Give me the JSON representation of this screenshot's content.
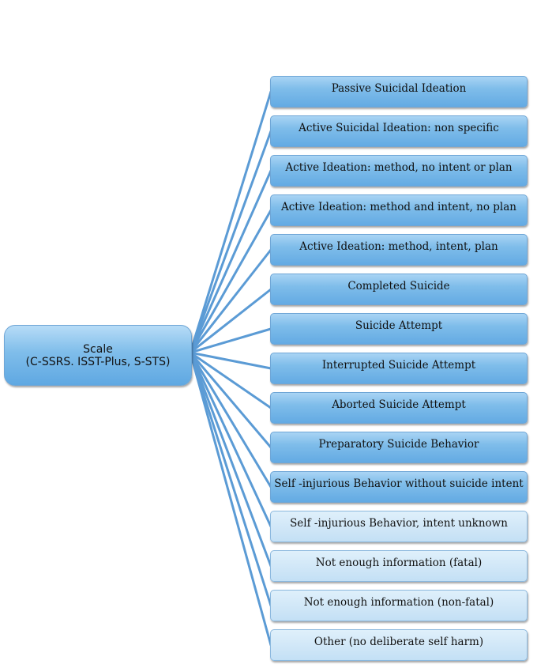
{
  "root": {
    "line1": "Scale",
    "line2": "(C-SSRS. ISST-Plus, S-STS)"
  },
  "categories": [
    {
      "label": "Passive Suicidal Ideation",
      "shade": "dark"
    },
    {
      "label": "Active Suicidal Ideation: non specific",
      "shade": "dark"
    },
    {
      "label": "Active Ideation: method, no intent or plan",
      "shade": "dark"
    },
    {
      "label": "Active Ideation: method and intent, no plan",
      "shade": "dark"
    },
    {
      "label": "Active Ideation: method, intent, plan",
      "shade": "dark"
    },
    {
      "label": "Completed Suicide",
      "shade": "dark"
    },
    {
      "label": "Suicide Attempt",
      "shade": "dark"
    },
    {
      "label": "Interrupted Suicide Attempt",
      "shade": "dark"
    },
    {
      "label": "Aborted Suicide Attempt",
      "shade": "dark"
    },
    {
      "label": "Preparatory Suicide Behavior",
      "shade": "dark"
    },
    {
      "label": "Self -injurious Behavior without suicide intent",
      "shade": "dark"
    },
    {
      "label": "Self -injurious Behavior, intent unknown",
      "shade": "light"
    },
    {
      "label": "Not enough information (fatal)",
      "shade": "light"
    },
    {
      "label": "Not enough information (non-fatal)",
      "shade": "light"
    },
    {
      "label": "Other (no deliberate self harm)",
      "shade": "light"
    }
  ],
  "colors": {
    "connector": "#5b9bd5",
    "dark_fill": "#7fbdea",
    "light_fill": "#cfe6f7",
    "border": "#6fa6d6"
  }
}
